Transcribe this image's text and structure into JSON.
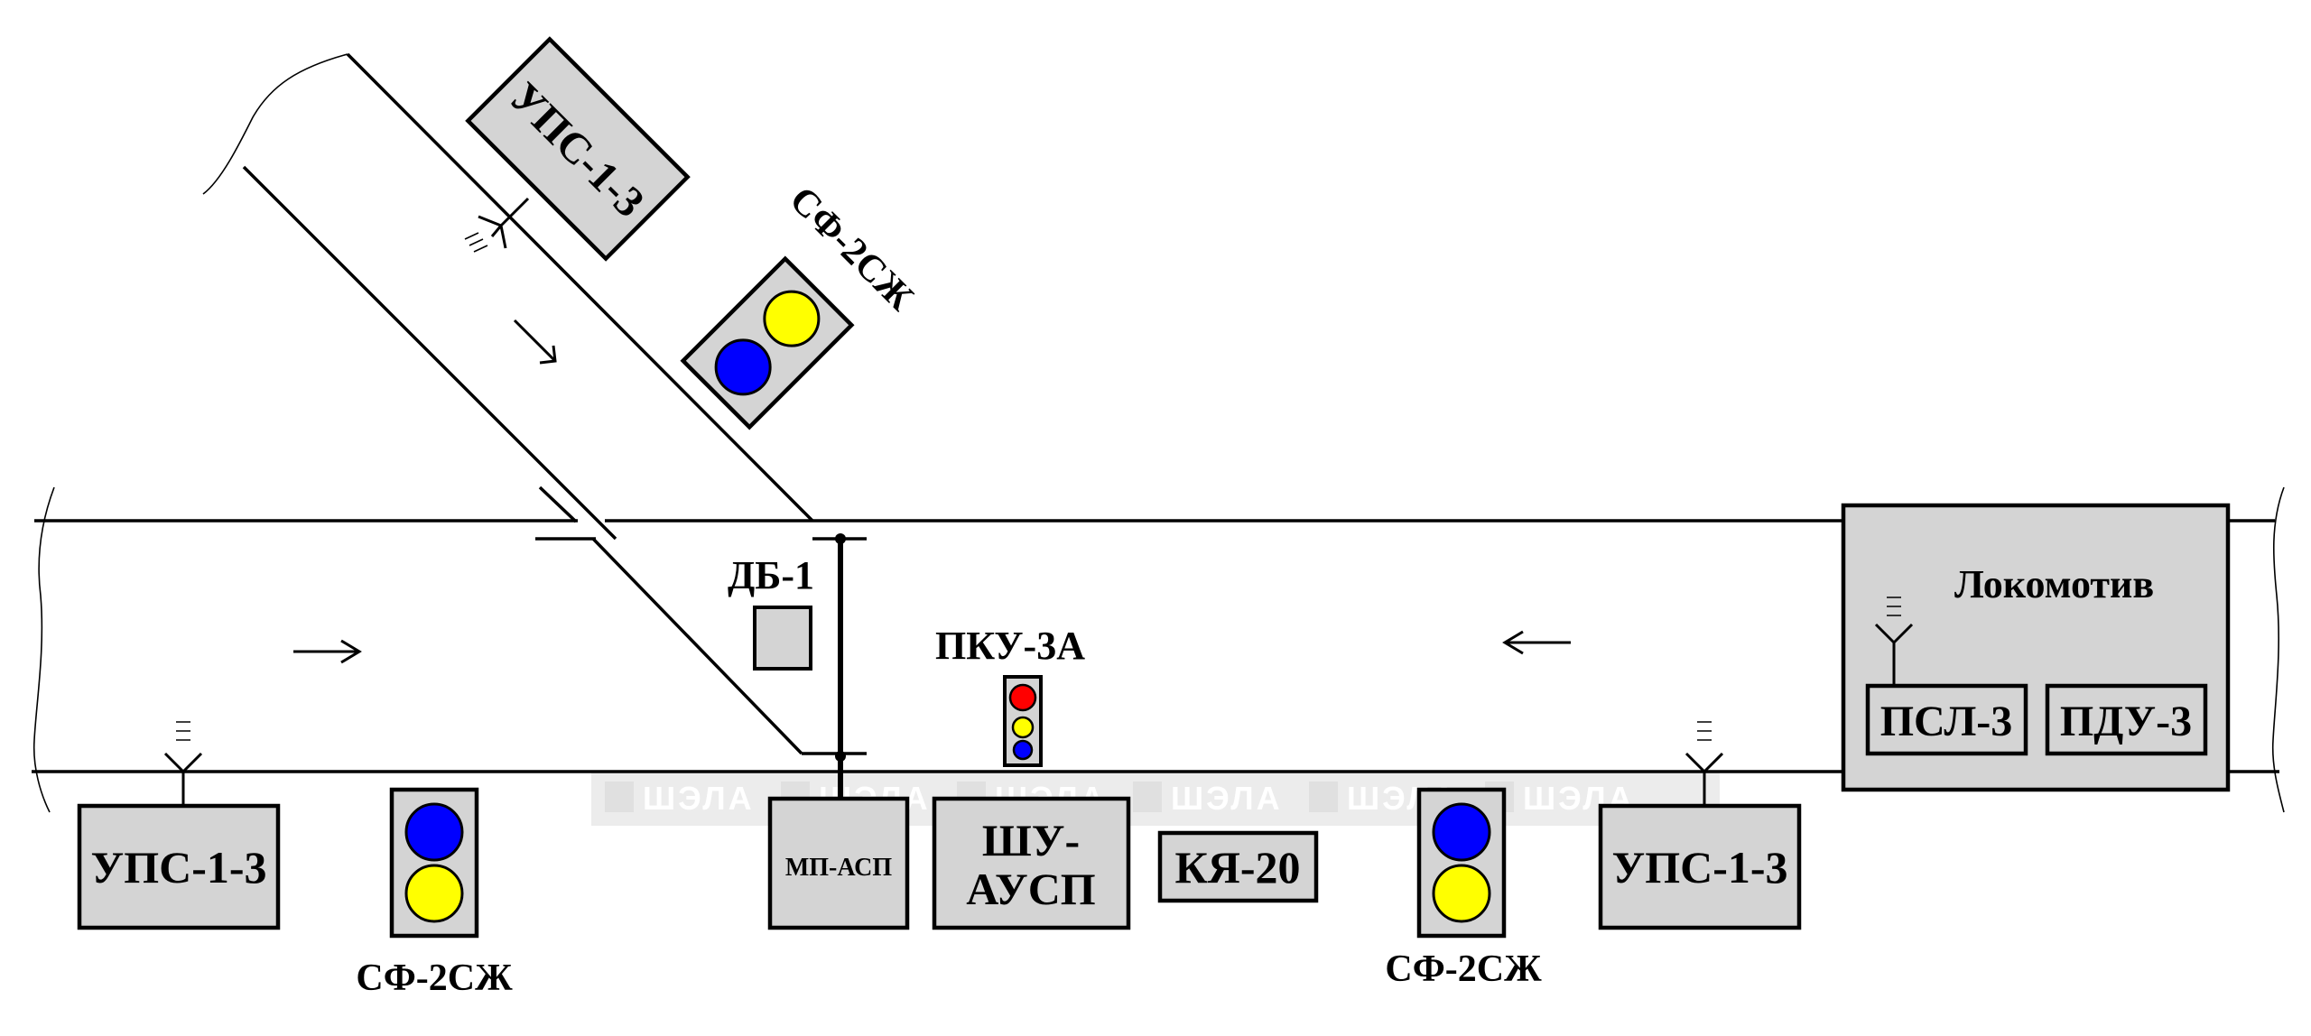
{
  "labels": {
    "ups_diag": "УПС-1-3",
    "sf_diag": "СФ-2СЖ",
    "db1": "ДБ-1",
    "pku": "ПКУ-3А",
    "ups_left": "УПС-1-3",
    "sf_left": "СФ-2СЖ",
    "mp_asp": "МП-АСП",
    "shu_line1": "ШУ-",
    "shu_line2": "АУСП",
    "kya": "КЯ-20",
    "sf_right": "СФ-2СЖ",
    "ups_right": "УПС-1-3",
    "loco": "Локомотив",
    "psl": "ПСЛ-3",
    "pdu": "ПДУ-3"
  },
  "watermark": "ШЭЛА",
  "colors": {
    "box_fill": "#d4d4d4",
    "signal_blue": "#0000ff",
    "signal_yellow": "#ffff00",
    "signal_red": "#ff0000",
    "watermark": "#e6e6e6"
  },
  "icons": [
    "antenna-icon",
    "direction-arrow-icon",
    "signal-lamp-icon"
  ]
}
